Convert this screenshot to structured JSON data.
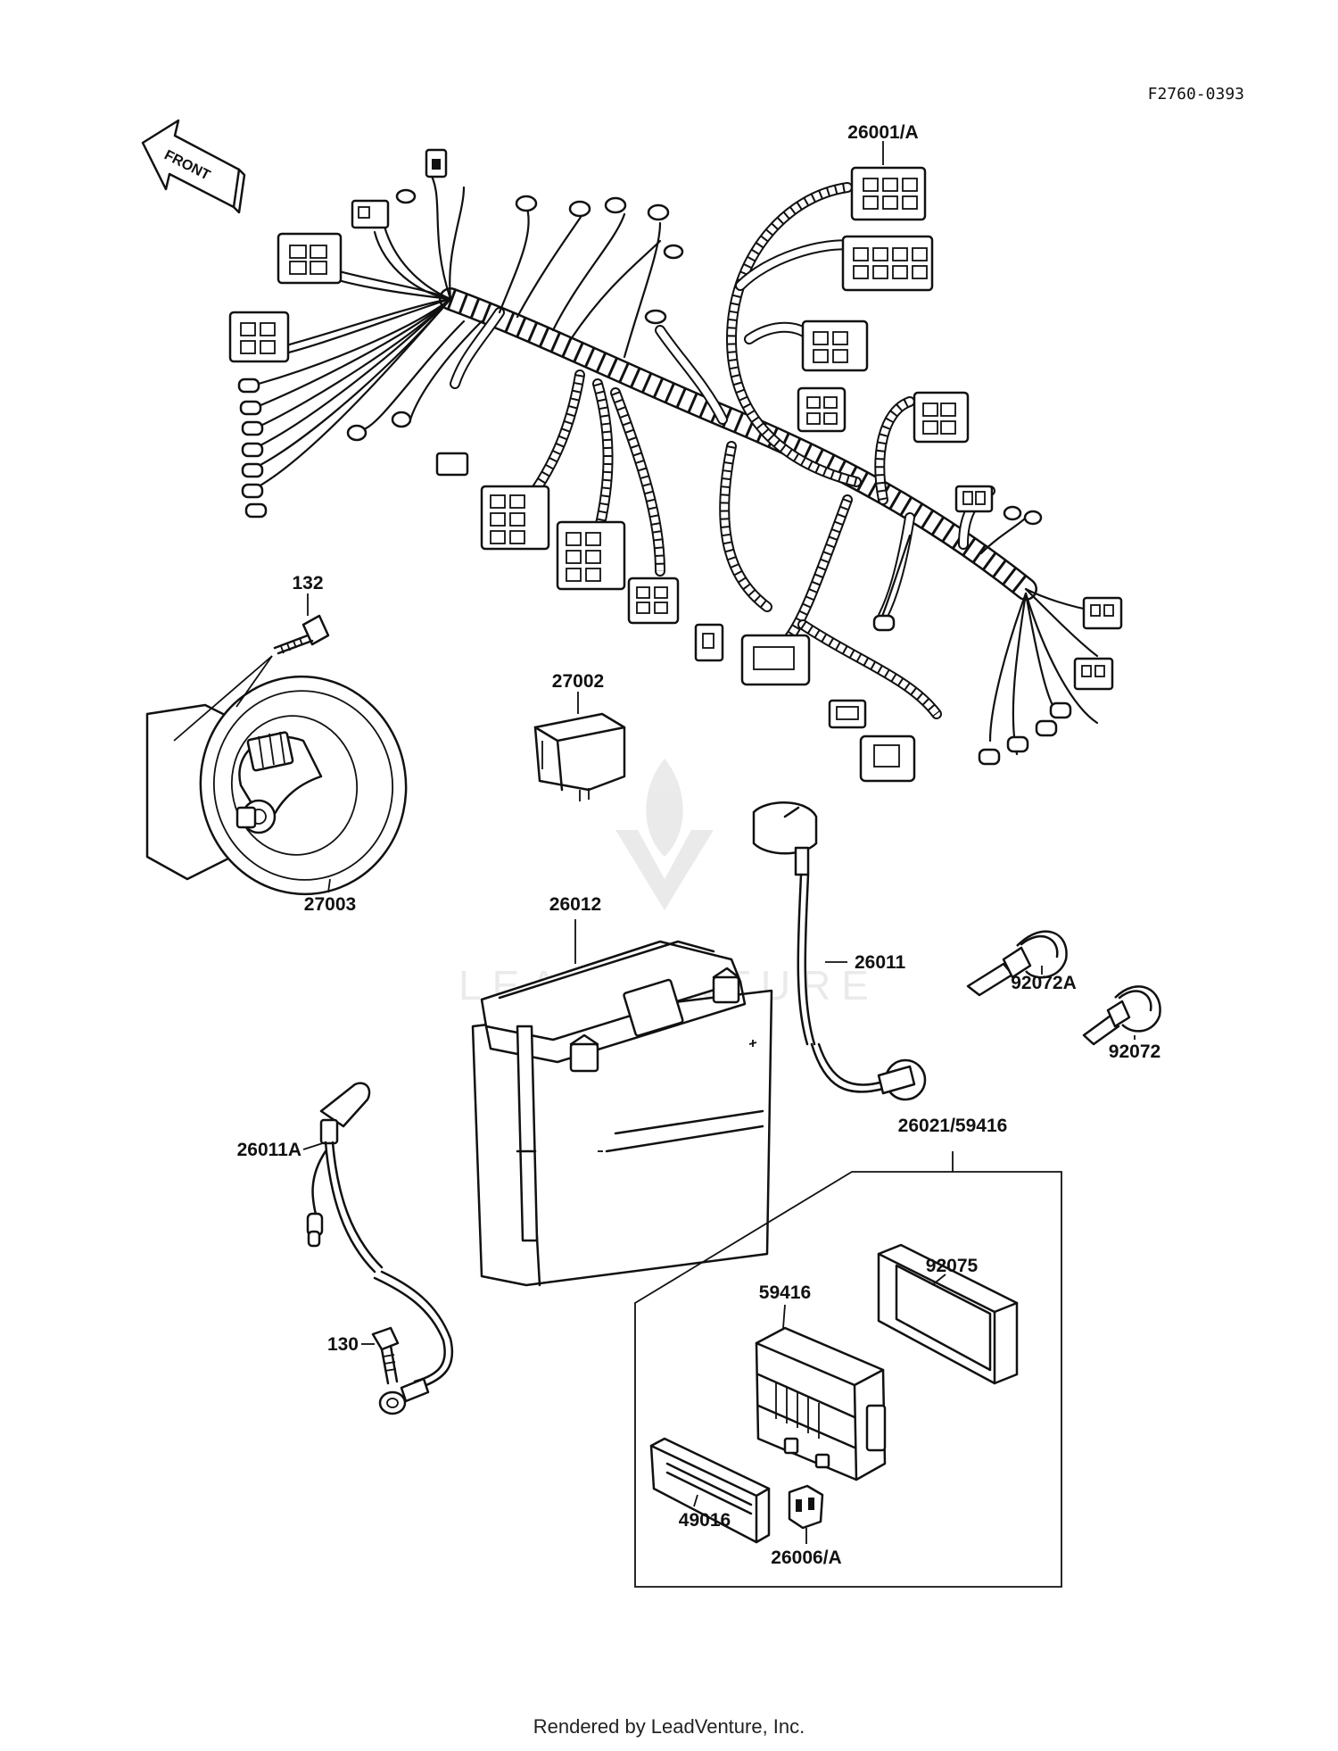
{
  "diagram": {
    "code": "F2760-0393",
    "front_label": "FRONT",
    "footer": "Rendered by LeadVenture, Inc.",
    "watermark_text": "LEADVENTURE"
  },
  "parts": {
    "p26001a": "26001/A",
    "p132": "132",
    "p27002": "27002",
    "p27003": "27003",
    "p26012": "26012",
    "p26011": "26011",
    "p92072a": "92072A",
    "p92072": "92072",
    "p26011a": "26011A",
    "p26021_59416": "26021/59416",
    "p92075": "92075",
    "p59416": "59416",
    "p130": "130",
    "p49016": "49016",
    "p26006a": "26006/A"
  }
}
